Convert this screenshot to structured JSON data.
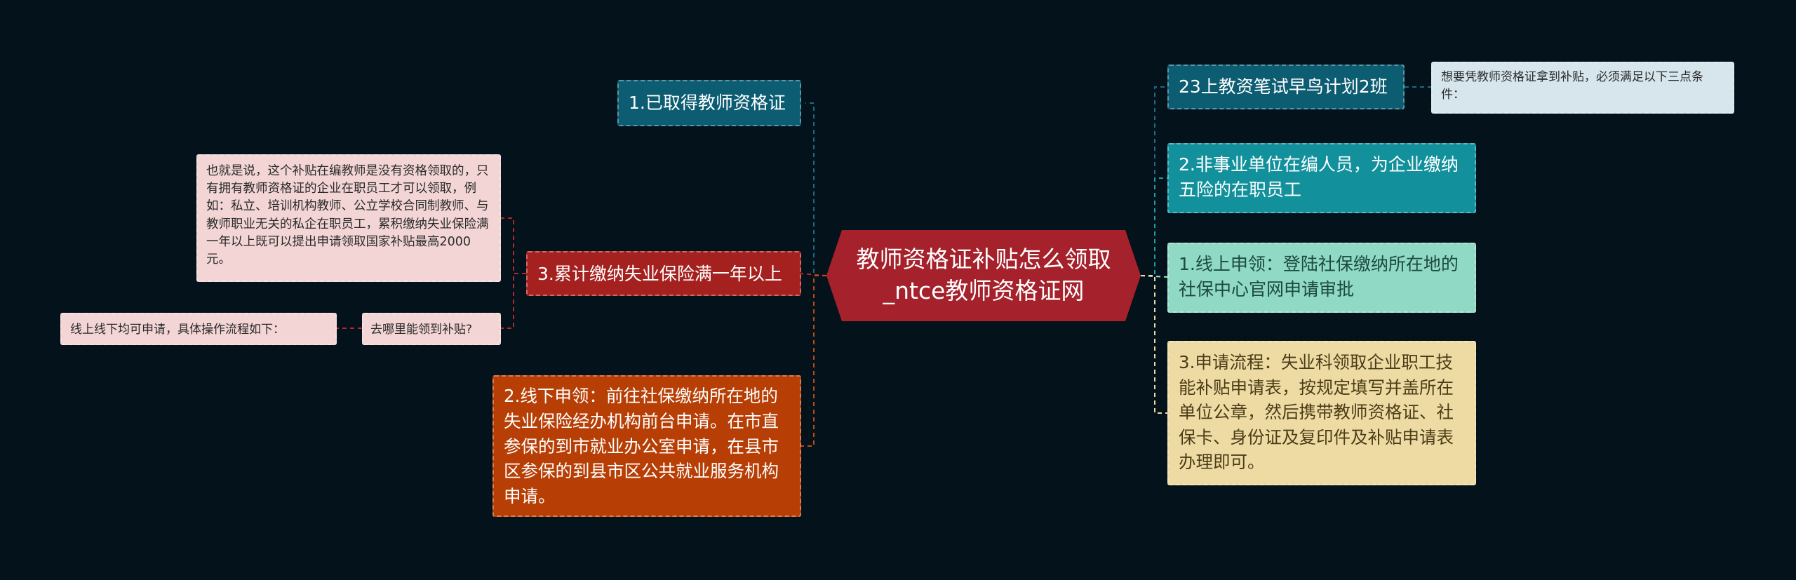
{
  "central": {
    "title": "教师资格证补贴怎么领取_ntce教师资格证网",
    "color": "#a5212b"
  },
  "nodes": {
    "n1": "1.已取得教师资格证",
    "n3": "3.累计缴纳失业保险满一年以上",
    "n3_note": "也就是说，这个补贴在编教师是没有资格领取的，只有拥有教师资格证的企业在职员工才可以领取，例如：私立、培训机构教师、公立学校合同制教师、与教师职业无关的私企在职员工，累积缴纳失业保险满一年以上既可以提出申请领取国家补贴最高2000元。",
    "where": "去哪里能领到补贴?",
    "where_note": "线上线下均可申请，具体操作流程如下：",
    "n2_offline": "2.线下申领：前往社保缴纳所在地的失业保险经办机构前台申请。在市直参保的到市就业办公室申请，在县市区参保的到县市区公共就业服务机构申请。",
    "plan": "23上教资笔试早鸟计划2班",
    "plan_note": "想要凭教师资格证拿到补贴，必须满足以下三点条件：",
    "n2_nonpublic": "2.非事业单位在编人员，为企业缴纳五险的在职员工",
    "online": "1.线上申领：登陆社保缴纳所在地的社保中心官网申请审批",
    "process": "3.申请流程：失业科领取企业职工技能补贴申请表，按规定填写并盖所在单位公章，然后携带教师资格证、社保卡、身份证及复印件及补贴申请表办理即可。"
  },
  "colors": {
    "background": "#04121b",
    "teal_dark": "#0c5c72",
    "teal_mid": "#12919c",
    "mint": "#8fd9c5",
    "sand": "#eedba4",
    "red": "#a5211f",
    "orange": "#b73f06",
    "pink": "#f3d5d5",
    "ice": "#d6e6ec"
  }
}
